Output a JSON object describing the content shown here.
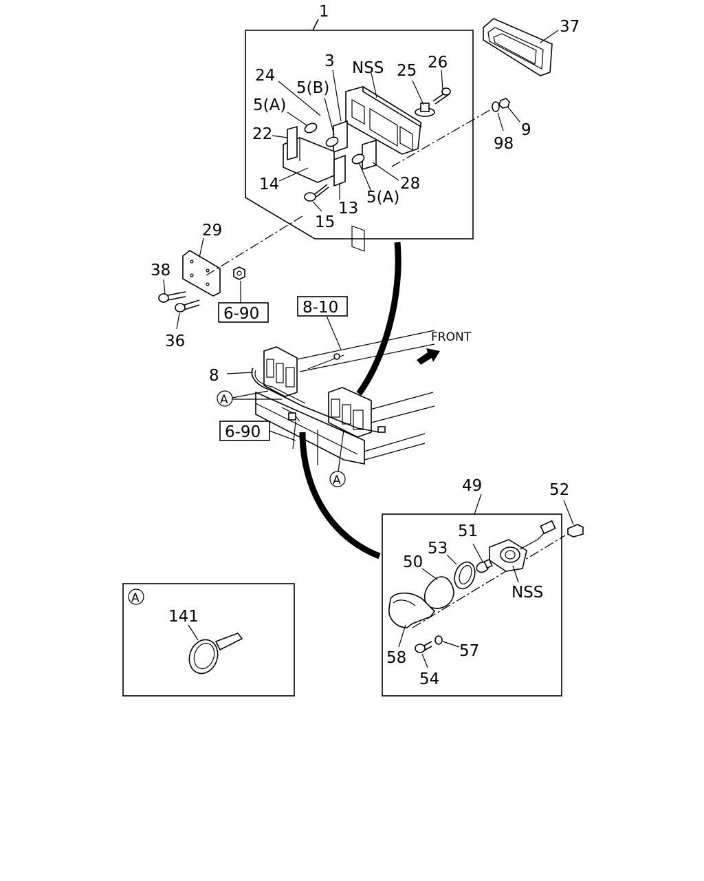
{
  "diagram": {
    "front_label": "FRONT",
    "refs": {
      "r690a": "6-90",
      "r810": "8-10",
      "r690b": "6-90"
    },
    "callout_A": "A",
    "nss_top": "NSS",
    "nss_bottom": "NSS",
    "parts": {
      "p1": "1",
      "p3": "3",
      "p5a1": "5(A)",
      "p5b": "5(B)",
      "p5a2": "5(A)",
      "p8": "8",
      "p9": "9",
      "p13": "13",
      "p14": "14",
      "p15": "15",
      "p22": "22",
      "p24": "24",
      "p25": "25",
      "p26": "26",
      "p28": "28",
      "p29": "29",
      "p36": "36",
      "p37": "37",
      "p38": "38",
      "p49": "49",
      "p50": "50",
      "p51": "51",
      "p52": "52",
      "p53": "53",
      "p54": "54",
      "p57": "57",
      "p58": "58",
      "p98": "98",
      "p141": "141"
    }
  }
}
